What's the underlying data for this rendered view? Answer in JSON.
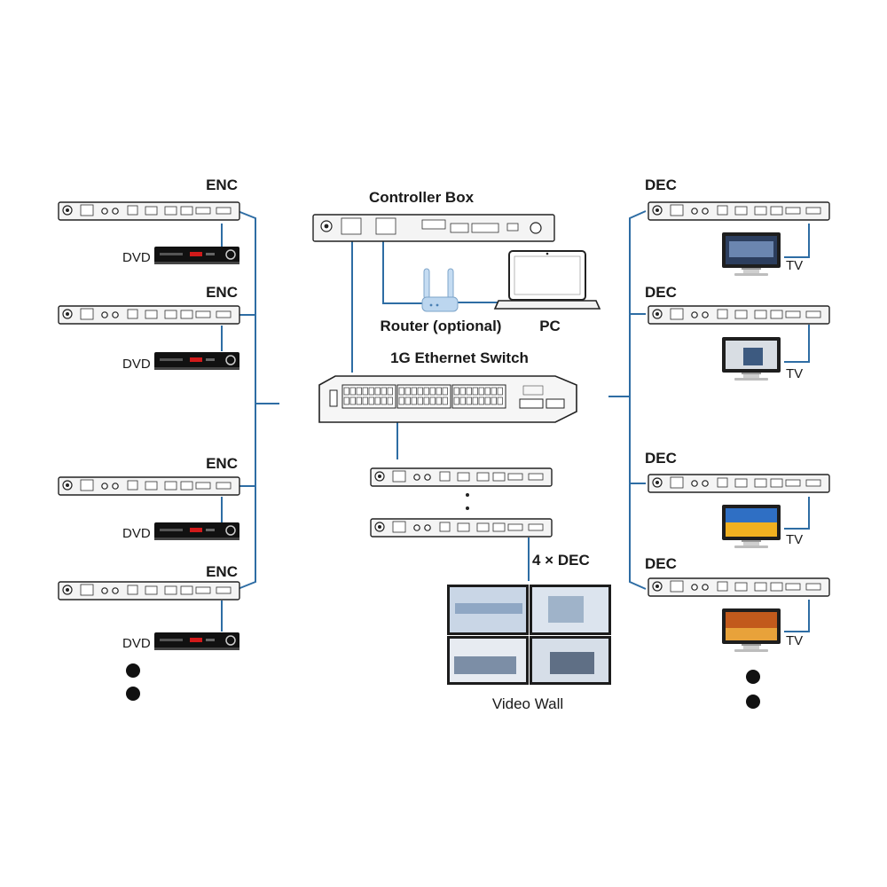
{
  "labels": {
    "enc": "ENC",
    "dec": "DEC",
    "dvd": "DVD",
    "tv": "TV",
    "controller_box": "Controller Box",
    "router": "Router (optional)",
    "pc": "PC",
    "switch": "1G Ethernet Switch",
    "dec_count": "4 × DEC",
    "video_wall": "Video Wall"
  },
  "colors": {
    "wire": "#2e6da4",
    "router_body": "#bcd6ef",
    "device_body": "#f4f4f4",
    "dvd_body": "#111111",
    "dvd_led": "#d11a1a"
  }
}
